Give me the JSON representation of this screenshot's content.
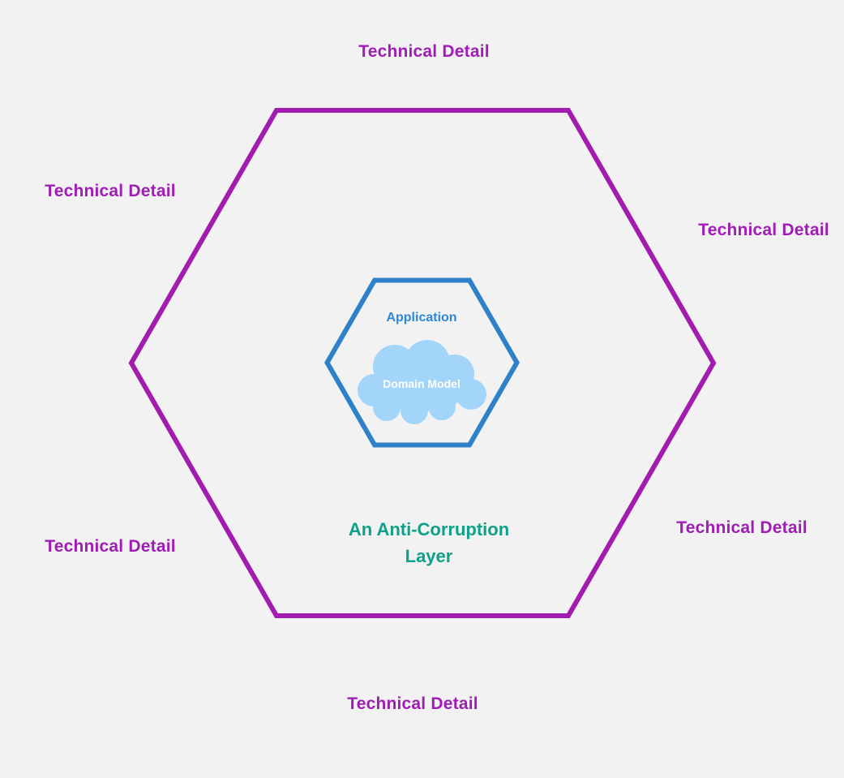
{
  "colors": {
    "background": "#F2F2F2",
    "outer_hexagon_stroke": "#A21CAF",
    "technical_label_text": "#A01DB5",
    "anti_corruption_text": "#0FA089",
    "inner_hexagon_stroke": "#2E80C9",
    "application_text": "#2E86D8",
    "cloud_fill": "#A3D5FA",
    "domain_model_text": "#FFFFFF"
  },
  "outer_hexagon": {
    "label_line1": "An Anti-Corruption",
    "label_line2": "Layer"
  },
  "inner_hexagon": {
    "label": "Application"
  },
  "cloud": {
    "label": "Domain Model"
  },
  "technical_labels": {
    "top": "Technical Detail",
    "upper_left": "Technical Detail",
    "upper_right": "Technical Detail",
    "lower_left": "Technical Detail",
    "lower_right": "Technical Detail",
    "bottom": "Technical Detail"
  }
}
